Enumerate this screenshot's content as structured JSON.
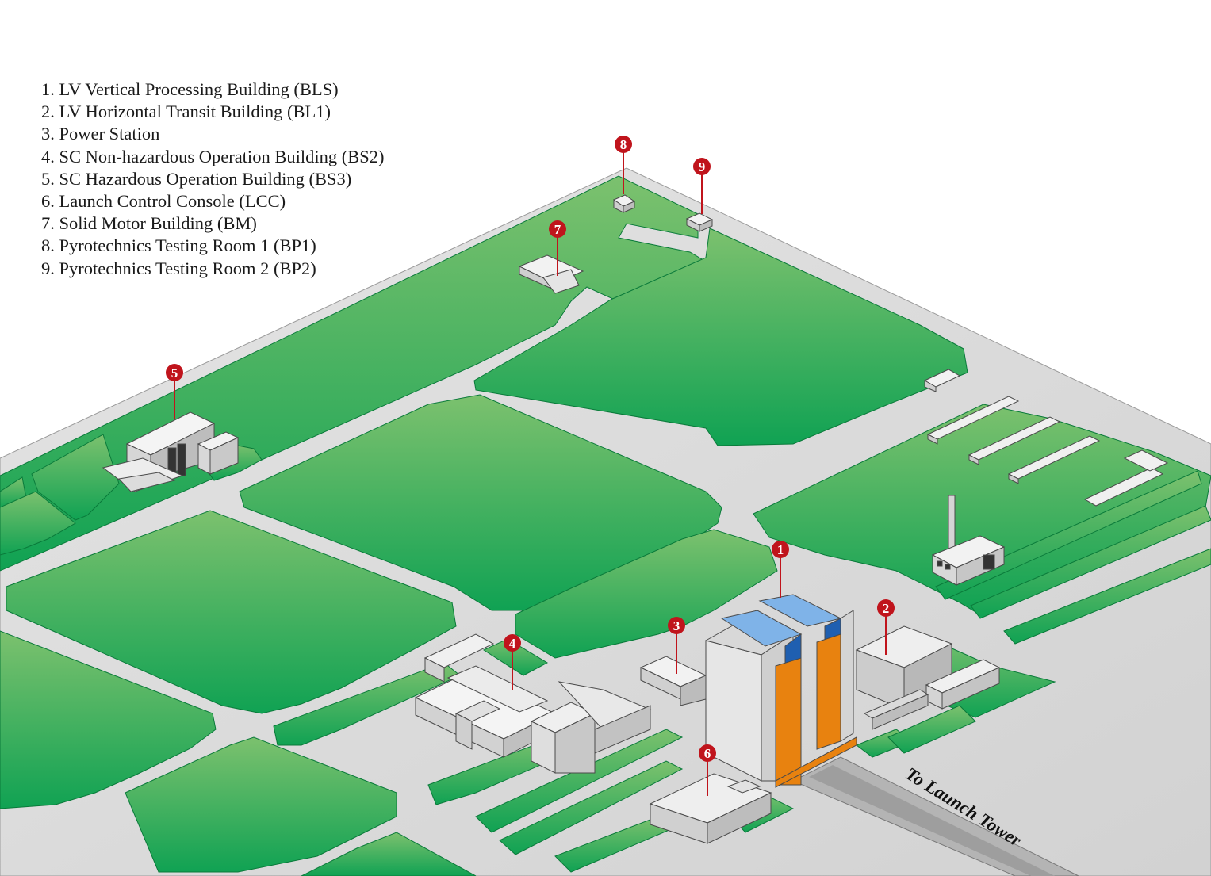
{
  "legend": [
    {
      "num": "1.",
      "label": "LV Vertical Processing Building (BLS)"
    },
    {
      "num": "2.",
      "label": "LV Horizontal Transit Building (BL1)"
    },
    {
      "num": "3.",
      "label": "Power Station"
    },
    {
      "num": "4.",
      "label": "SC Non-hazardous Operation Building (BS2)"
    },
    {
      "num": "5.",
      "label": "SC Hazardous Operation Building (BS3)"
    },
    {
      "num": "6.",
      "label": "Launch Control Console (LCC)"
    },
    {
      "num": "7.",
      "label": "Solid Motor Building (BM)"
    },
    {
      "num": "8.",
      "label": "Pyrotechnics Testing Room 1 (BP1)"
    },
    {
      "num": "9.",
      "label": "Pyrotechnics Testing Room 2 (BP2)"
    }
  ],
  "markers": [
    "1",
    "2",
    "3",
    "4",
    "5",
    "6",
    "7",
    "8",
    "9"
  ],
  "road_label": "To Launch Tower",
  "colors": {
    "grass_light": "#7dc06e",
    "grass_dark": "#00a050",
    "road": "#dcdcdc",
    "marker": "#c0141c",
    "tower_blue": "#1f5fb0",
    "tower_orange": "#e8820f"
  }
}
